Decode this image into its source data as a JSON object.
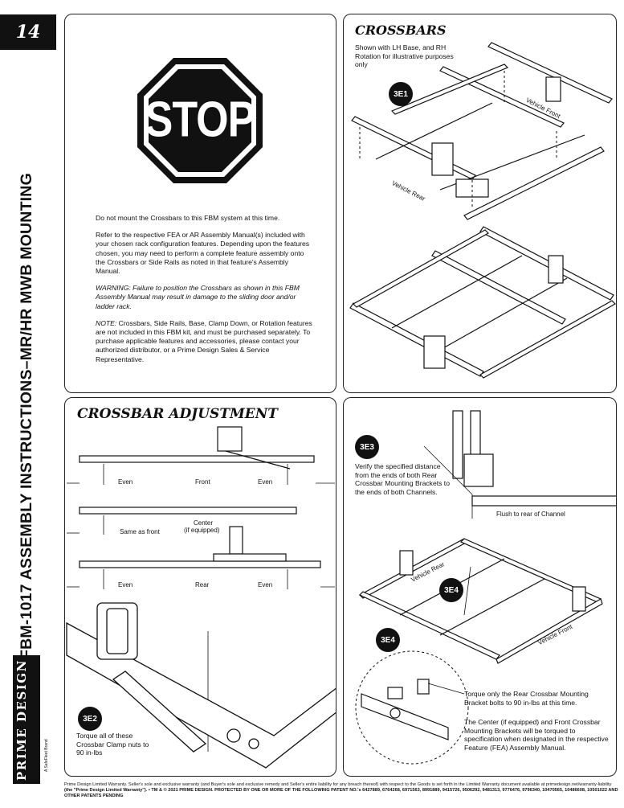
{
  "page": {
    "number": "14",
    "title": "FBM-1017 ASSEMBLY INSTRUCTIONS–MR/HR MWB MOUNTING"
  },
  "brand": {
    "name": "PRIME DESIGN",
    "tagline": "A SafeFleet Brand"
  },
  "stop_panel": {
    "sign_text": "STOP",
    "p1": "Do not mount the Crossbars to this FBM system at this time.",
    "p2": "Refer to the respective FEA or AR Assembly Manual(s) included with your chosen rack configuration features. Depending upon the features chosen, you may need to perform a complete feature assembly onto the Crossbars or Side Rails as noted in that feature's Assembly Manual.",
    "p3": "WARNING: Failure to position the Crossbars as shown in this FBM Assembly Manual may result in damage to the sliding door and/or ladder rack.",
    "p4_label": "NOTE:",
    "p4": " Crossbars, Side Rails, Base, Clamp Down, or Rotation features are not included in this FBM kit, and must be purchased separately. To purchase applicable features and accessories, please contact your authorized distributor, or a Prime Design Sales & Service Representative."
  },
  "crossbars_panel": {
    "title": "CROSSBARS",
    "note": "Shown with LH Base, and RH Rotation for illustrative purposes only",
    "badge": "3E1",
    "vehicle_front": "Vehicle Front",
    "vehicle_rear": "Vehicle Rear"
  },
  "adjust_panel": {
    "title": "CROSSBAR ADJUSTMENT",
    "row1": {
      "left": "Even",
      "center": "Front",
      "right": "Even"
    },
    "row2": {
      "left": "Same as front",
      "center": "Center",
      "center2": "(if equipped)"
    },
    "row3": {
      "left": "Even",
      "center": "Rear",
      "right": "Even"
    },
    "badge": "3E2",
    "caption": "Torque all of these Crossbar Clamp nuts to 90 in-lbs"
  },
  "detail_panel": {
    "badge1": "3E3",
    "text1": "Verify the specified distance from the ends of both Rear Crossbar Mounting Brackets to the ends of both Channels.",
    "flush": "Flush to rear of Channel",
    "badge2": "3E4",
    "badge3": "3E4",
    "vehicle_rear": "Vehicle Rear",
    "vehicle_front": "Vehicle Front",
    "text2": "Torque only the Rear Crossbar Mounting Bracket bolts to 90 in-lbs at this time.",
    "text3": "The Center (if equipped) and Front Crossbar Mounting Brackets will be torqued to specification when designated in the respective Feature (FEA) Assembly Manual."
  },
  "footer": {
    "line1": "Prime Design Limited Warranty. Seller's sole and exclusive warranty (and Buyer's sole and exclusive remedy and Seller's entire liability for any breach thereof) with respect to the Goods is set forth in the Limited Warranty document available at primedesign.net/warranty-liability",
    "line2": "(the \"Prime Design Limited Warranty\"). • TM & © 2021 PRIME DESIGN. PROTECTED BY ONE OR MORE OF THE FOLLOWING PATENT NO.'s 6427889, 6764268, 6971563, 8991889, 9415726, 9506292, 9481313, 9776476, 9796340, 10470565, 10486608, 10501022 AND OTHER PATENTS PENDING"
  }
}
